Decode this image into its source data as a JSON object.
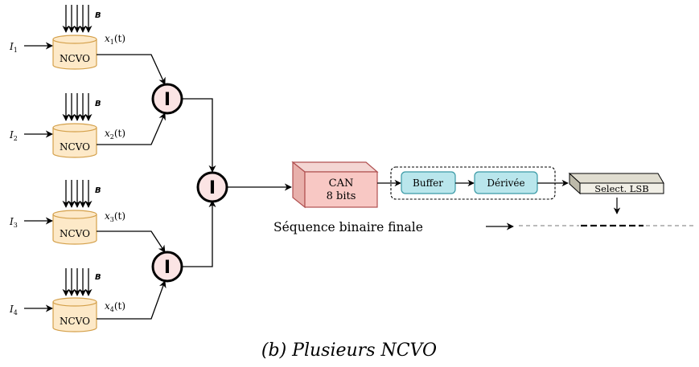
{
  "figure": {
    "caption": "(b) Plusieurs NCVO"
  },
  "oscillators": [
    {
      "label": "NCVO",
      "input_main": "I",
      "input_sub": "1",
      "output_main": "x",
      "output_sub": "1",
      "output_arg": "(t)",
      "field_label": "B"
    },
    {
      "label": "NCVO",
      "input_main": "I",
      "input_sub": "2",
      "output_main": "x",
      "output_sub": "2",
      "output_arg": "(t)",
      "field_label": "B"
    },
    {
      "label": "NCVO",
      "input_main": "I",
      "input_sub": "3",
      "output_main": "x",
      "output_sub": "3",
      "output_arg": "(t)",
      "field_label": "B"
    },
    {
      "label": "NCVO",
      "input_main": "I",
      "input_sub": "4",
      "output_main": "x",
      "output_sub": "4",
      "output_arg": "(t)",
      "field_label": "B"
    }
  ],
  "combiner_symbol": "I",
  "adc": {
    "line1": "CAN",
    "line2": "8 bits"
  },
  "buffer": {
    "label": "Buffer"
  },
  "derivative": {
    "label": "Dérivée"
  },
  "select": {
    "label": "Select. LSB"
  },
  "output": {
    "label": "Séquence binaire finale"
  },
  "colors": {
    "ncvo_fill": "#fde9c8",
    "ncvo_stroke": "#d4a04a",
    "xor_fill": "#fbe4e4",
    "adc_front": "#f8c8c4",
    "adc_top": "#f4d6d3",
    "adc_side": "#e8b0ab",
    "adc_stroke": "#b05050",
    "box_fill": "#b9e6ec",
    "box_stroke": "#3a9aa6",
    "select_fill": "#f1efe6",
    "select_side": "#bdbaaa",
    "bit_dark": "#111111",
    "bit_light": "#bbbbbb"
  }
}
